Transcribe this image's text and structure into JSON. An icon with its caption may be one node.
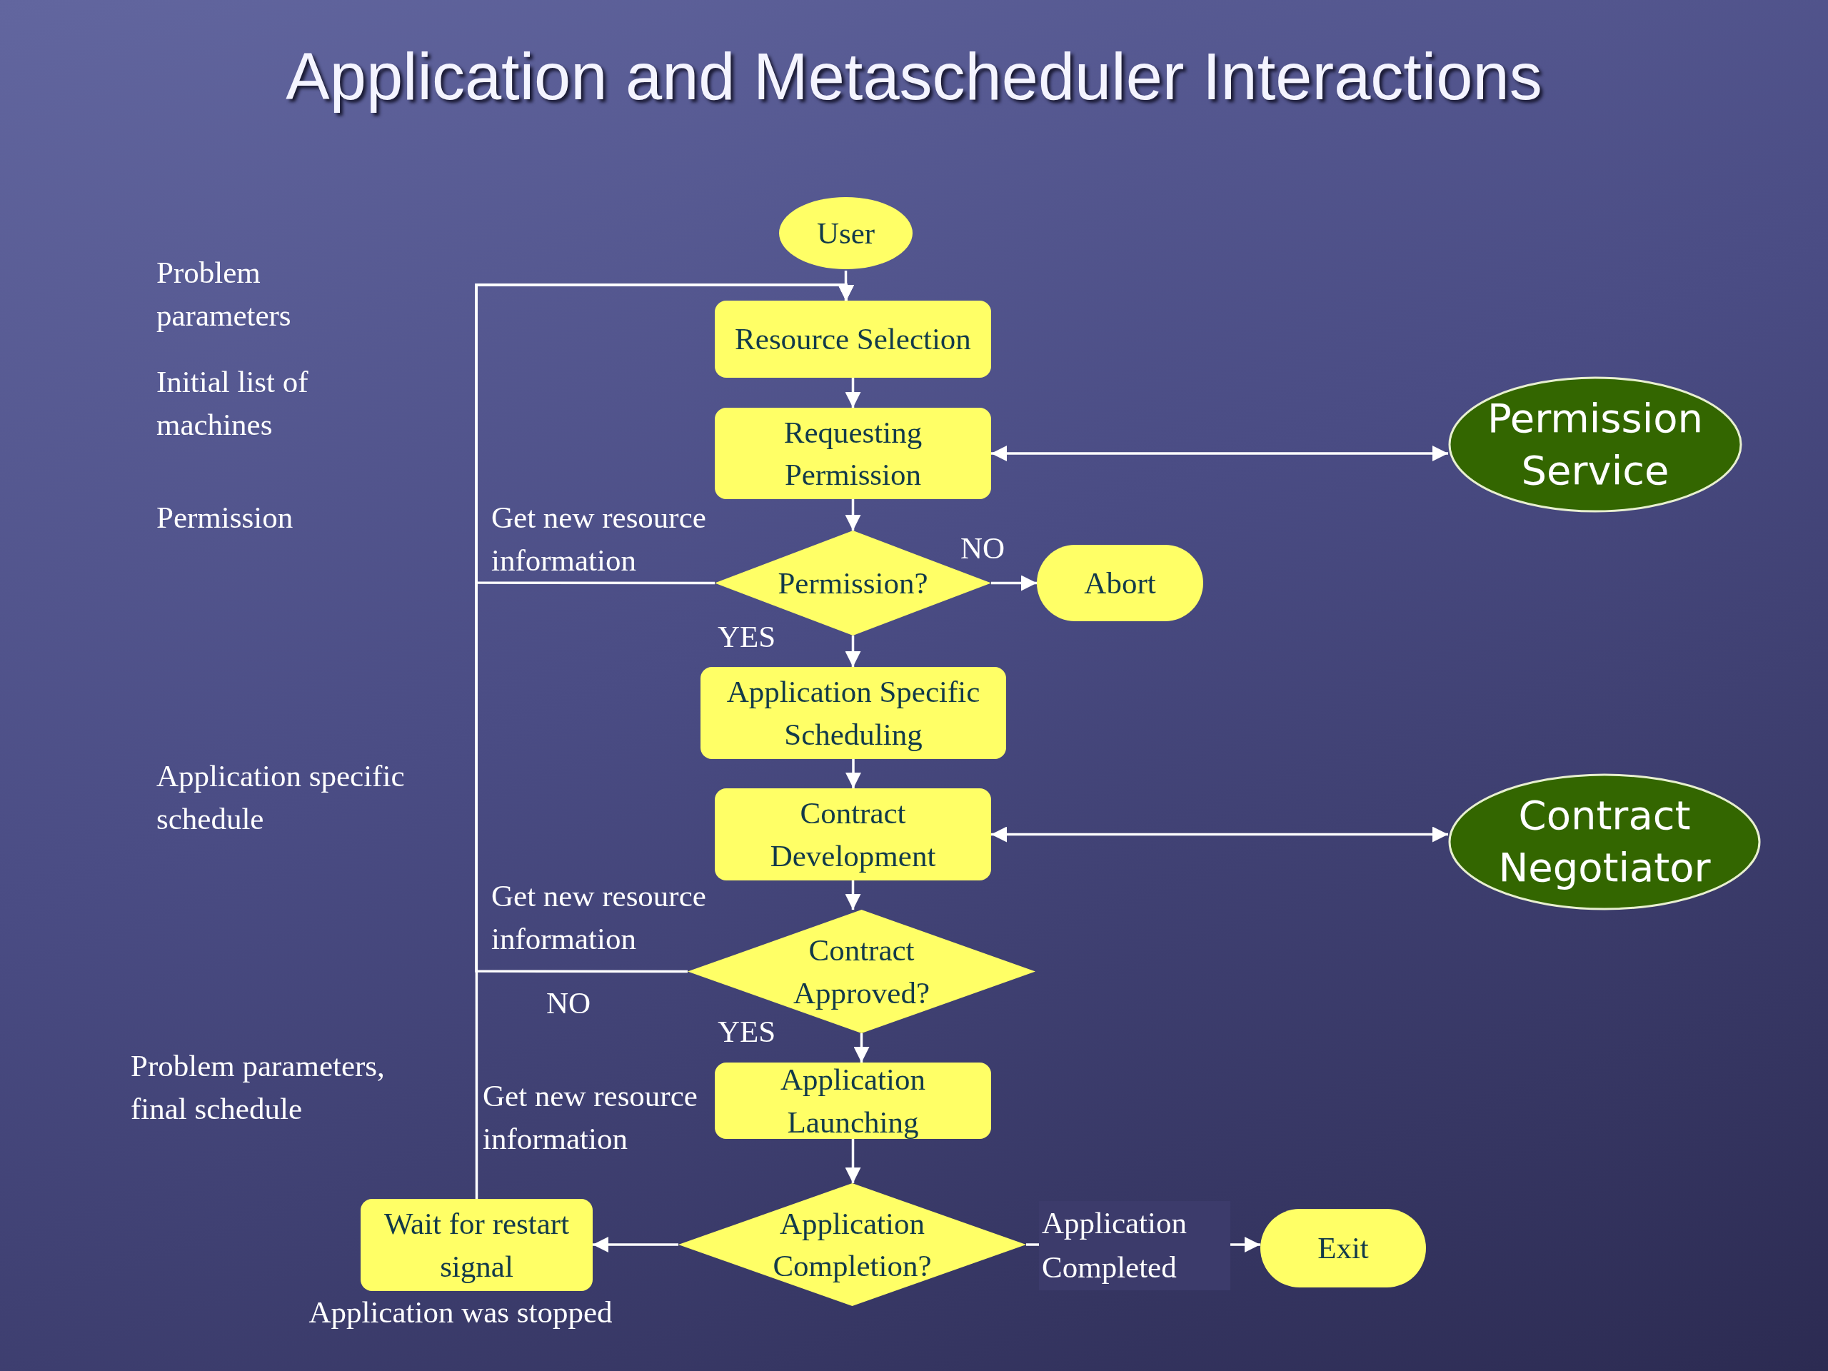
{
  "diagram": {
    "title": "Application and Metascheduler Interactions",
    "nodes": [
      {
        "text": [
          "User"
        ]
      },
      {
        "text": [
          "Resource Selection"
        ]
      },
      {
        "text": [
          "Requesting Permission"
        ]
      },
      {
        "text": [
          "Permission?"
        ]
      },
      {
        "text": [
          "Abort"
        ]
      },
      {
        "text": [
          "Permission Service"
        ]
      },
      {
        "text": [
          "Application Specific Scheduling"
        ]
      },
      {
        "text": [
          "Contract Development"
        ]
      },
      {
        "text": [
          "Contract Negotiator"
        ]
      },
      {
        "text": [
          "Contract Approved?"
        ]
      },
      {
        "text": [
          "Application Launching"
        ]
      },
      {
        "text": [
          "Application Completion?"
        ]
      },
      {
        "text": [
          "Exit"
        ]
      },
      {
        "text": [
          "Wait for restart signal"
        ],
        "beside": [
          "Application was stopped"
        ]
      }
    ],
    "edges": [
      {
        "from": 0,
        "to": 1,
        "arrow": "to"
      },
      {
        "from": 1,
        "to": 2,
        "arrow": "to"
      },
      {
        "from": 2,
        "to": 5,
        "arrow": "both"
      },
      {
        "from": 2,
        "to": 3,
        "arrow": "to"
      },
      {
        "from": 3,
        "to": 4,
        "arrow": "to",
        "label": "NO"
      },
      {
        "from": 3,
        "to": 1,
        "arrow": "to",
        "label": "Get new resource information"
      },
      {
        "from": 3,
        "to": 6,
        "arrow": "to",
        "label": "YES"
      },
      {
        "from": 6,
        "to": 7,
        "arrow": "to"
      },
      {
        "from": 7,
        "to": 8,
        "arrow": "both"
      },
      {
        "from": 7,
        "to": 9,
        "arrow": "to"
      },
      {
        "from": 9,
        "to": 1,
        "arrow": "to",
        "label": "NO"
      },
      {
        "from": 9,
        "to": 10,
        "arrow": "to",
        "label": "YES"
      },
      {
        "from": 10,
        "to": 11,
        "arrow": "to"
      },
      {
        "from": 11,
        "to": 13,
        "arrow": "to"
      },
      {
        "from": 11,
        "to": 12,
        "arrow": "to",
        "label": "Application Completed"
      },
      {
        "from": 13,
        "to": 1,
        "arrow": "to",
        "label": "Get new resource information"
      }
    ],
    "labels": [
      "Problem parameters",
      "Initial list of machines",
      "Permission",
      "Application specific schedule",
      "Get new resource information",
      "Problem parameters, final schedule"
    ]
  }
}
